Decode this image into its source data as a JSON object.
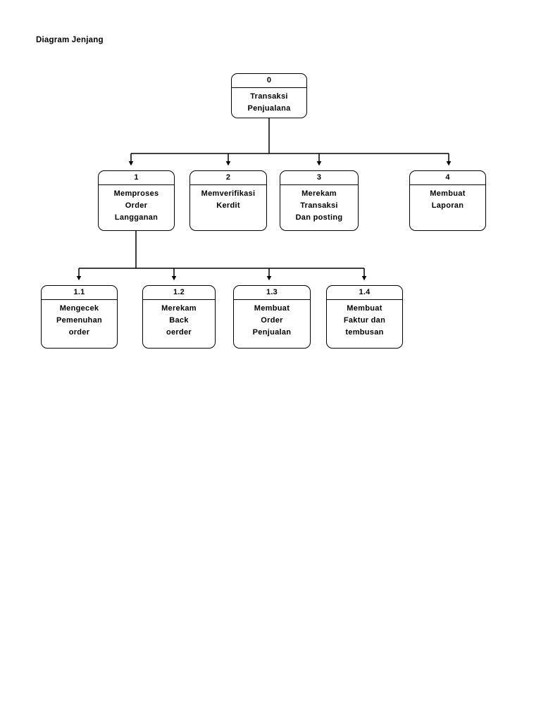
{
  "page": {
    "title": "Diagram Jenjang",
    "background_color": "#ffffff",
    "line_color": "#000000"
  },
  "diagram": {
    "type": "hierarchy-decomposition-chart",
    "levels": 3,
    "root": {
      "id": "0",
      "lines": [
        "Transaksi",
        "Penjualana"
      ]
    },
    "level1": [
      {
        "id": "1",
        "lines": [
          "Memproses",
          "Order",
          "Langganan"
        ]
      },
      {
        "id": "2",
        "lines": [
          "Memverifikasi",
          "Kerdit"
        ]
      },
      {
        "id": "3",
        "lines": [
          "Merekam",
          "Transaksi",
          "Dan posting"
        ]
      },
      {
        "id": "4",
        "lines": [
          "Membuat",
          "Laporan"
        ]
      }
    ],
    "level2": [
      {
        "id": "1.1",
        "lines": [
          "Mengecek",
          "Pemenuhan",
          "order"
        ]
      },
      {
        "id": "1.2",
        "lines": [
          "Merekam",
          "Back",
          "oerder"
        ]
      },
      {
        "id": "1.3",
        "lines": [
          "Membuat",
          "Order",
          "Penjualan"
        ]
      },
      {
        "id": "1.4",
        "lines": [
          "Membuat",
          "Faktur dan",
          "tembusan"
        ]
      }
    ],
    "connections": [
      {
        "from": "0",
        "to": "1"
      },
      {
        "from": "0",
        "to": "2"
      },
      {
        "from": "0",
        "to": "3"
      },
      {
        "from": "0",
        "to": "4"
      },
      {
        "from": "1",
        "to": "1.1"
      },
      {
        "from": "1",
        "to": "1.2"
      },
      {
        "from": "1",
        "to": "1.3"
      },
      {
        "from": "1",
        "to": "1.4"
      }
    ]
  }
}
